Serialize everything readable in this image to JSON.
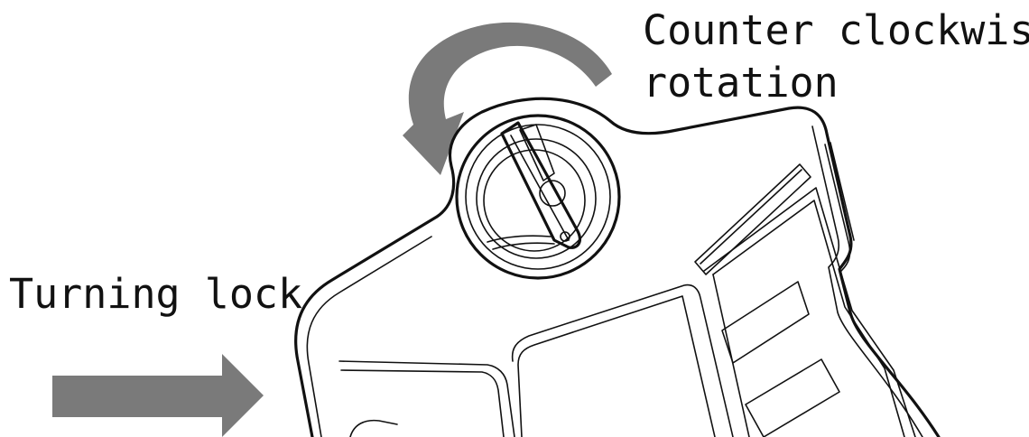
{
  "annotations": {
    "rotation_line1": "Counter clockwise",
    "rotation_line2": "rotation",
    "lock_label": "Turning lock"
  },
  "colors": {
    "arrow": "#7a7a7a",
    "line": "#111111",
    "background": "#ffffff"
  },
  "icons": {
    "rotation_arrow": "curved-arrow-counterclockwise",
    "pointer_arrow": "right-arrow"
  }
}
